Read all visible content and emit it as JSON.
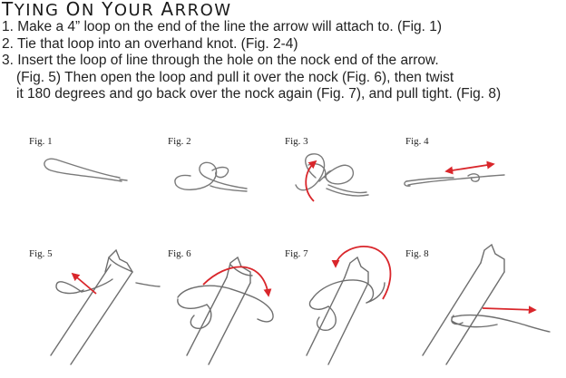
{
  "title": "Tying On Your Arrow",
  "steps": [
    "1. Make a 4” loop on the end of the line the arrow will attach to. (Fig. 1)",
    "2. Tie that loop into an overhand knot. (Fig. 2-4)",
    "3. Insert the loop of line through the hole on the nock end of the arrow.",
    "(Fig. 5) Then open the loop and pull it over the nock (Fig. 6), then twist",
    "it 180 degrees and go back over the nock again (Fig. 7), and pull tight. (Fig. 8)"
  ],
  "figures": [
    "Fig. 1",
    "Fig. 2",
    "Fig. 3",
    "Fig. 4",
    "Fig. 5",
    "Fig. 6",
    "Fig. 7",
    "Fig. 8"
  ],
  "colors": {
    "line": "#7a7a7a",
    "arrow": "#d9262b"
  }
}
